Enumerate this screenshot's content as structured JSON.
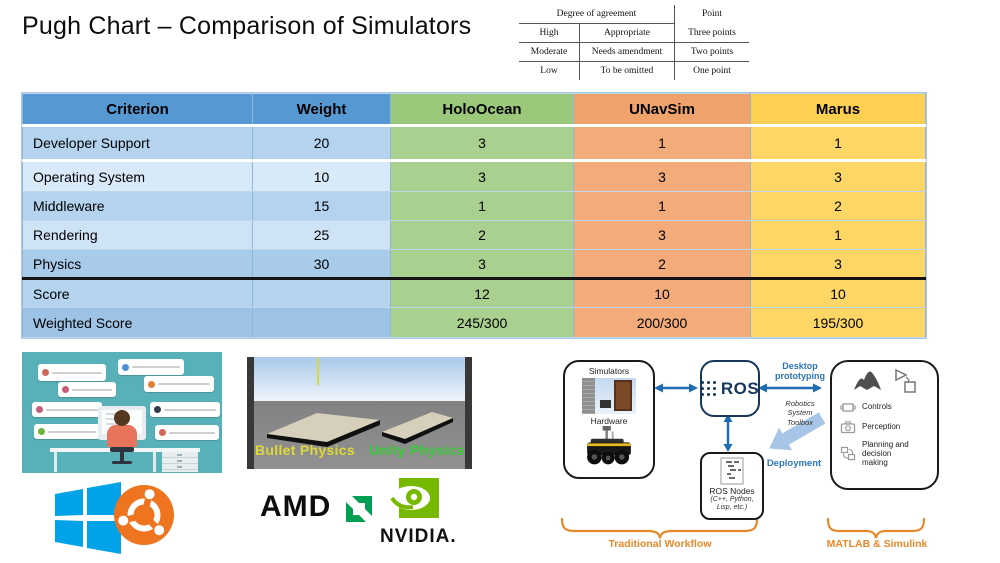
{
  "title": "Pugh Chart – Comparison of Simulators",
  "legend": {
    "agreement_header": "Degree of agreement",
    "point_header": "Point",
    "rows": [
      [
        "High",
        "Appropriate",
        "Three points"
      ],
      [
        "Moderate",
        "Needs amendment",
        "Two points"
      ],
      [
        "Low",
        "To be omitted",
        "One point"
      ]
    ]
  },
  "table": {
    "headers": [
      "Criterion",
      "Weight",
      "HoloOcean",
      "UNavSim",
      "Marus"
    ],
    "rows": [
      [
        "Developer Support",
        "20",
        "3",
        "1",
        "1"
      ],
      [
        "Operating System",
        "10",
        "3",
        "3",
        "3"
      ],
      [
        "Middleware",
        "15",
        "1",
        "1",
        "2"
      ],
      [
        "Rendering",
        "25",
        "2",
        "3",
        "1"
      ],
      [
        "Physics",
        "30",
        "3",
        "2",
        "3"
      ],
      [
        "Score",
        "",
        "12",
        "10",
        "10"
      ],
      [
        "Weighted Score",
        "",
        "245/300",
        "200/300",
        "195/300"
      ]
    ]
  },
  "physics_demo": {
    "left_label": "Bullet Physics",
    "right_label": "Unity Physics"
  },
  "logos": {
    "amd_text": "AMD",
    "nvidia_text": "NVIDIA."
  },
  "diagram": {
    "simulators_label": "Simulators",
    "hardware_label": "Hardware",
    "ros_label": "ROS",
    "ros_nodes_label": "ROS Nodes",
    "ros_nodes_sub": "(C++, Python, Lisp, etc.)",
    "desktop_prototyping": "Desktop prototyping",
    "robotics_toolbox": "Robotics System Toolbox",
    "deployment": "Deployment",
    "matlab_items": [
      "Controls",
      "Perception",
      "Planning and decision making"
    ],
    "left_brace_label": "Traditional Workflow",
    "right_brace_label": "MATLAB & Simulink"
  },
  "colors": {
    "header_blue": "#5598d2",
    "holoocean_green": "#a9d08e",
    "unavsim_orange": "#f3ab7a",
    "marus_yellow": "#fdd666",
    "arrow_blue": "#1f6cb0",
    "brace_orange": "#e8882a",
    "nvidia_green": "#76b900",
    "amd_green": "#00a054",
    "windows_blue": "#00a2e8",
    "ubuntu_orange": "#ee7420",
    "illustration_teal": "#58b1b8"
  }
}
